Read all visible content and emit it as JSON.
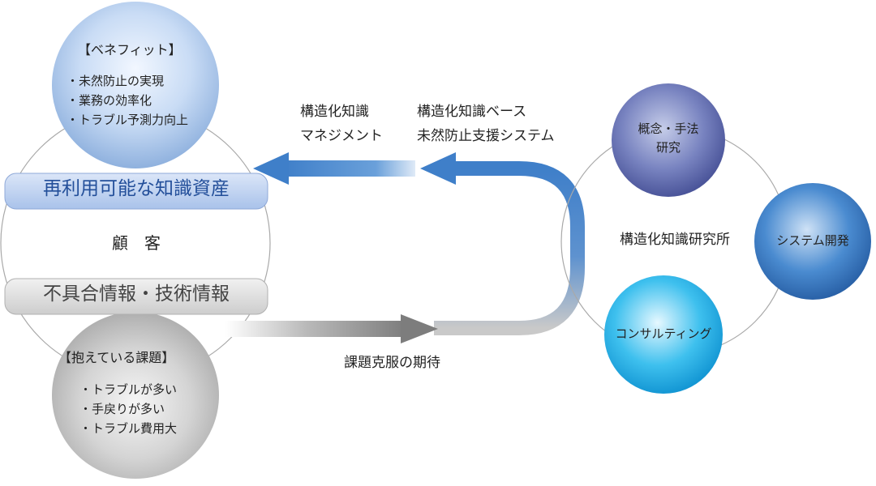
{
  "benefit": {
    "title": "【ベネフィット】",
    "items": [
      "・未然防止の実現",
      "・業務の効率化",
      "・トラブル予測力向上"
    ]
  },
  "issues": {
    "title": "【抱えている課題】",
    "items": [
      "・トラブルが多い",
      "・手戻りが多い",
      "・トラブル費用大"
    ]
  },
  "customer": {
    "label": "顧　客",
    "top_band": "再利用可能な知識資産",
    "bottom_band": "不具合情報・技術情報"
  },
  "arrows": {
    "left_label_line1": "構造化知識",
    "left_label_line2": "マネジメント",
    "right_label_line1": "構造化知識ベース",
    "right_label_line2": "未然防止支援システム",
    "bottom_label": "課題克服の期待"
  },
  "institute": {
    "label": "構造化知識研究所",
    "node_top_line1": "概念・手法",
    "node_top_line2": "研究",
    "node_right": "システム開発",
    "node_bottom": "コンサルティング"
  }
}
